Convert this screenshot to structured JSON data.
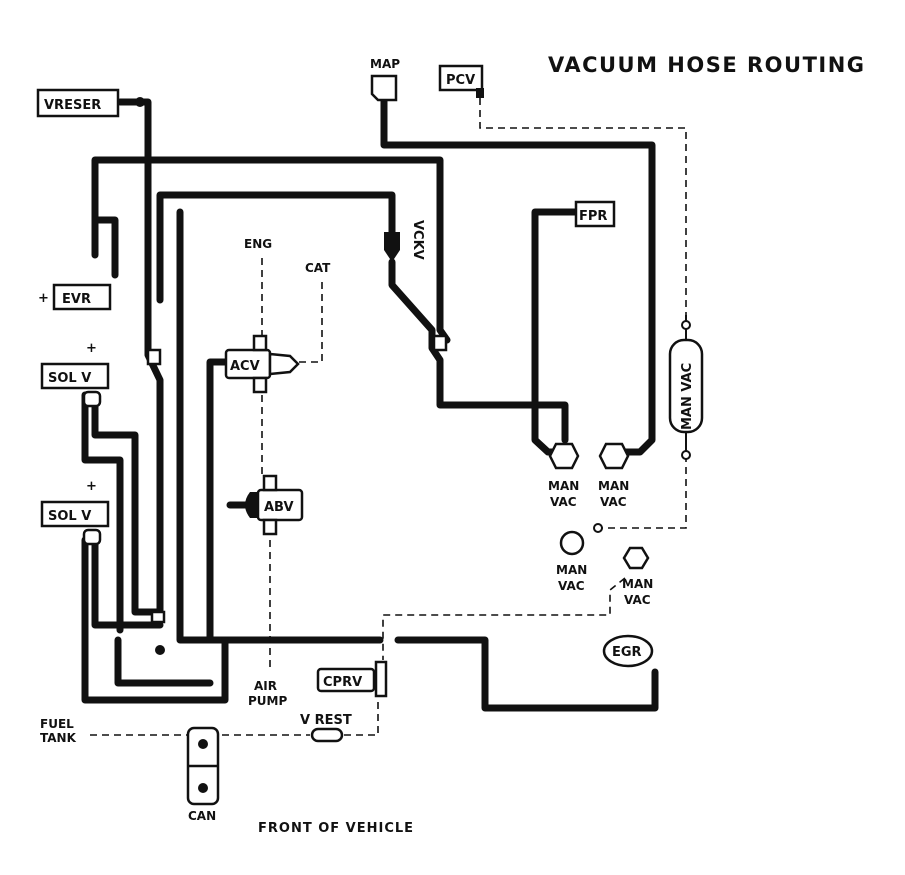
{
  "title": "VACUUM HOSE ROUTING",
  "footer": "FRONT OF VEHICLE",
  "components": {
    "vreser": "VRESER",
    "map": "MAP",
    "pcv": "PCV",
    "evr": "EVR",
    "solv1": "SOL V",
    "solv2": "SOL V",
    "eng": "ENG",
    "cat": "CAT",
    "acv": "ACV",
    "abv": "ABV",
    "vckv": "VCKV",
    "fpr": "FPR",
    "man_vac_vertical": "MAN VAC",
    "egr": "EGR",
    "cprv": "CPRV",
    "v_rest": "V REST",
    "air_pump_1": "AIR",
    "air_pump_2": "PUMP",
    "fuel_tank_1": "FUEL",
    "fuel_tank_2": "TANK",
    "can": "CAN",
    "man": "MAN",
    "vac": "VAC"
  }
}
